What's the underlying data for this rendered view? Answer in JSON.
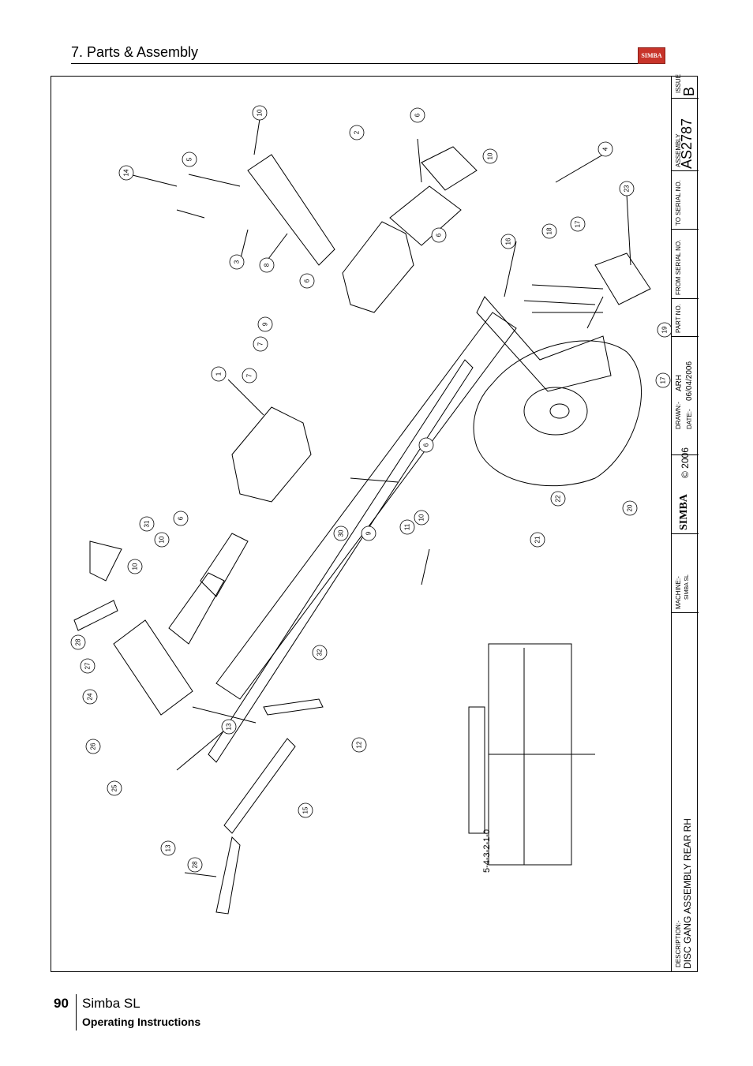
{
  "header": {
    "section_title": "7. Parts & Assembly",
    "logo_text": "SIMBA"
  },
  "title_block": {
    "issue_label": "ISSUE",
    "issue_value": "B",
    "assembly_label": "ASSEMBLY",
    "assembly_value": "AS2787",
    "to_serial_label": "TO SERIAL NO.",
    "from_serial_label": "FROM SERIAL NO.",
    "part_no_label": "PART NO.",
    "drawn_label": "DRAWN:-",
    "drawn_value": "ARH",
    "date_label": "DATE:-",
    "date_value": "06/04/2006",
    "copyright": "© 2006",
    "brand": "SIMBA",
    "machine_label": "MACHINE:-",
    "machine_value": "SIMBA SL",
    "description_label": "DESCRIPTION:-",
    "description_value": "DISC GANG ASSEMBLY REAR RH"
  },
  "drawing": {
    "scale_label": "5-4-3-2-1-0",
    "callouts": [
      "10",
      "6",
      "2",
      "10",
      "4",
      "14",
      "5",
      "23",
      "3",
      "8",
      "6",
      "16",
      "18",
      "17",
      "9",
      "6",
      "7",
      "1",
      "7",
      "19",
      "17",
      "6",
      "31",
      "6",
      "10",
      "10",
      "9",
      "11",
      "10",
      "22",
      "21",
      "20",
      "30",
      "28",
      "27",
      "24",
      "32",
      "13",
      "12",
      "26",
      "25",
      "15",
      "13",
      "28"
    ]
  },
  "footer": {
    "page_number": "90",
    "title": "Simba SL",
    "subtitle": "Operating Instructions"
  },
  "colors": {
    "logo": "#c8342a",
    "line": "#000000"
  }
}
